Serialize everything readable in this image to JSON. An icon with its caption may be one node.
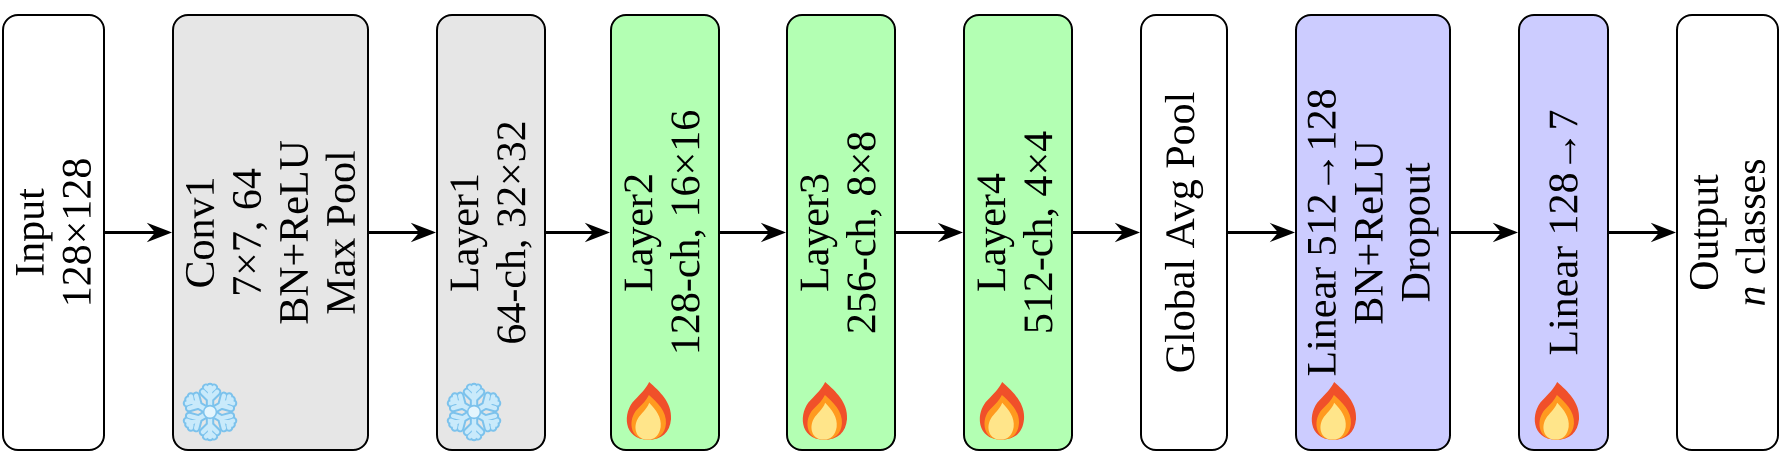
{
  "diagram": {
    "nodes": [
      {
        "text": [
          "Input",
          "128×128"
        ]
      },
      {
        "text": [
          "Conv1",
          "7×7, 64",
          "BN+ReLU",
          "Max Pool"
        ]
      },
      {
        "text": [
          "Layer1",
          "64-ch, 32×32"
        ]
      },
      {
        "text": [
          "Layer2",
          "128-ch, 16×16"
        ]
      },
      {
        "text": [
          "Layer3",
          "256-ch, 8×8"
        ]
      },
      {
        "text": [
          "Layer4",
          "512-ch, 4×4"
        ]
      },
      {
        "text": [
          "Global Avg Pool"
        ]
      },
      {
        "text": [
          "Linear 512→128",
          "BN+ReLU",
          "Dropout"
        ]
      },
      {
        "text": [
          "Linear 128→7"
        ]
      },
      {
        "text": [
          "Output",
          "*n* classes"
        ]
      }
    ],
    "edges": [
      {
        "from": 0,
        "to": 1,
        "arrow": "to"
      },
      {
        "from": 1,
        "to": 2,
        "arrow": "to"
      },
      {
        "from": 2,
        "to": 3,
        "arrow": "to"
      },
      {
        "from": 3,
        "to": 4,
        "arrow": "to"
      },
      {
        "from": 4,
        "to": 5,
        "arrow": "to"
      },
      {
        "from": 5,
        "to": 6,
        "arrow": "to"
      },
      {
        "from": 6,
        "to": 7,
        "arrow": "to"
      },
      {
        "from": 7,
        "to": 8,
        "arrow": "to"
      },
      {
        "from": 8,
        "to": 9,
        "arrow": "to"
      }
    ]
  }
}
